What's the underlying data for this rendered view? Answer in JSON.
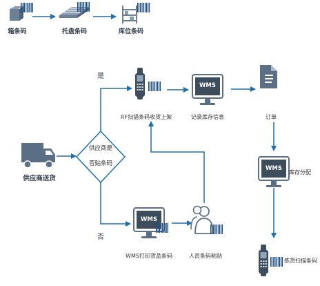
{
  "top_flow": {
    "box_barcode": "箱条码",
    "pallet_barcode": "托盘条码",
    "location_barcode": "库位条码"
  },
  "flow": {
    "supplier_delivery": "供应商送货",
    "decision_line1": "供应商是",
    "decision_line2": "否贴条码",
    "yes": "是",
    "no": "否",
    "rf_scan_receive": "RF扫描条码收货上架",
    "record_inventory": "记录库存信息",
    "order": "订单",
    "inventory_allocation": "库存分配",
    "picking_scan": "拣货扫描条码",
    "wms_print": "WMS打印货品条码",
    "manual_label": "人员条码粘贴"
  },
  "wms_text": "WMS",
  "colors": {
    "accent": "#1e6fb0",
    "device": "#3e4d5c",
    "barcode": "#1f4f82",
    "icon_fill": "#6b7f95",
    "outline": "#5a6f85"
  }
}
